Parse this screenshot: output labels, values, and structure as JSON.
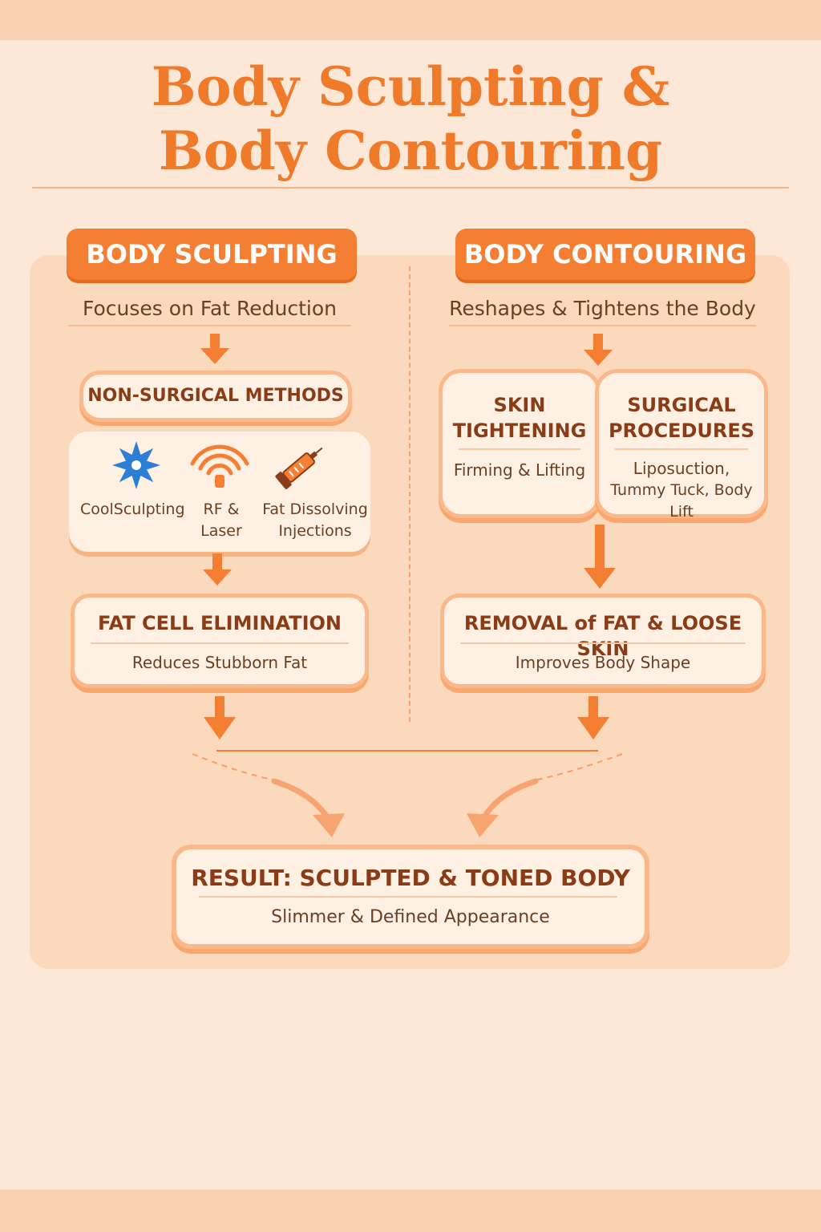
{
  "title": {
    "line1": "Body Sculpting &",
    "line2": "Body Contouring"
  },
  "sculpting": {
    "header": "BODY SCULPTING",
    "subtitle": "Focuses on Fat Reduction",
    "methods_label": "NON-SURGICAL METHODS",
    "methods": [
      {
        "label": "CoolSculpting",
        "icon": "snowflake-icon"
      },
      {
        "label": "RF & Laser",
        "icon": "rf-wave-icon"
      },
      {
        "label": "Fat Dissolving",
        "label2": "Injections",
        "icon": "syringe-icon"
      }
    ],
    "step": {
      "title": "FAT CELL ELIMINATION",
      "text": "Reduces Stubborn Fat"
    }
  },
  "contouring": {
    "header": "BODY CONTOURING",
    "subtitle": "Reshapes & Tightens the Body",
    "skin": {
      "title1": "SKIN",
      "title2": "TIGHTENING",
      "text": "Firming & Lifting"
    },
    "surgical": {
      "title1": "SURGICAL",
      "title2": "PROCEDURES",
      "text1": "Liposuction,",
      "text2": "Tummy Tuck, Body Lift"
    },
    "step": {
      "title": "REMOVAL of FAT & LOOSE SKIN",
      "text": "Improves Body Shape"
    }
  },
  "result": {
    "title": "RESULT: SCULPTED & TONED BODY",
    "text": "Slimmer & Defined Appearance"
  },
  "colors": {
    "accent": "#f47f33",
    "background": "#fde8d8",
    "card": "#fff0e4",
    "title": "#ef7a2a",
    "arrow": "#f47f33",
    "icon_blue": "#2b7fd6"
  }
}
